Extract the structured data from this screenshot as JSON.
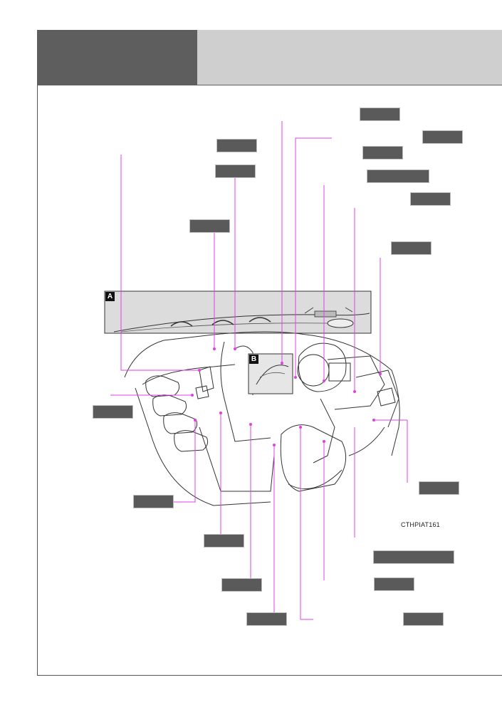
{
  "figure": {
    "code": "CTHPIAT161",
    "inset_a": "A",
    "inset_b": "B"
  },
  "colors": {
    "header_dark": "#5e5e5e",
    "header_light": "#cfcfcf",
    "callout_line": "#e040e0",
    "label_box": "#5a5a5a"
  }
}
